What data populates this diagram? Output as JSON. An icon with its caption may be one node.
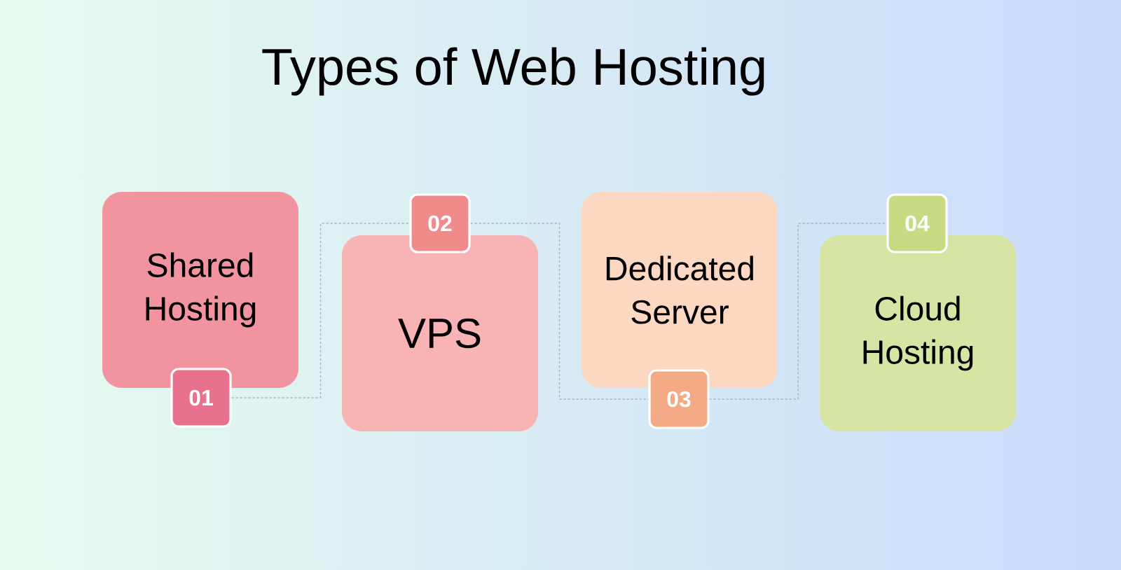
{
  "diagram": {
    "title": "Types of Web Hosting",
    "nodes": [
      {
        "text": [
          "Shared Hosting"
        ]
      },
      {
        "text": [
          "01"
        ]
      },
      {
        "text": [
          "VPS"
        ]
      },
      {
        "text": [
          "02"
        ]
      },
      {
        "text": [
          "Dedicated Server"
        ]
      },
      {
        "text": [
          "03"
        ]
      },
      {
        "text": [
          "Cloud Hosting"
        ]
      },
      {
        "text": [
          "04"
        ]
      }
    ],
    "edges": [
      {
        "from": 1,
        "to": 3,
        "arrow": "none",
        "style": "dashed"
      },
      {
        "from": 3,
        "to": 5,
        "arrow": "none",
        "style": "dashed"
      },
      {
        "from": 5,
        "to": 7,
        "arrow": "none",
        "style": "dashed"
      }
    ]
  }
}
